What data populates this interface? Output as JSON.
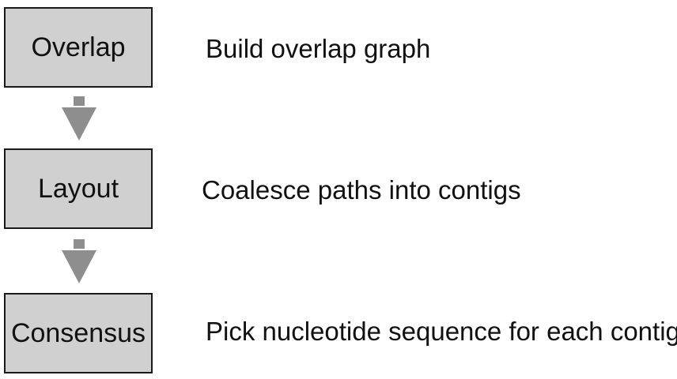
{
  "colors": {
    "box_fill": "#d0d0d0",
    "box_border": "#1a1a1a",
    "arrow": "#8e8e8e",
    "text": "#111111"
  },
  "steps": [
    {
      "label": "Overlap",
      "description": "Build overlap graph"
    },
    {
      "label": "Layout",
      "description": "Coalesce paths into contigs"
    },
    {
      "label": "Consensus",
      "description": "Pick nucleotide sequence for each contig"
    }
  ]
}
